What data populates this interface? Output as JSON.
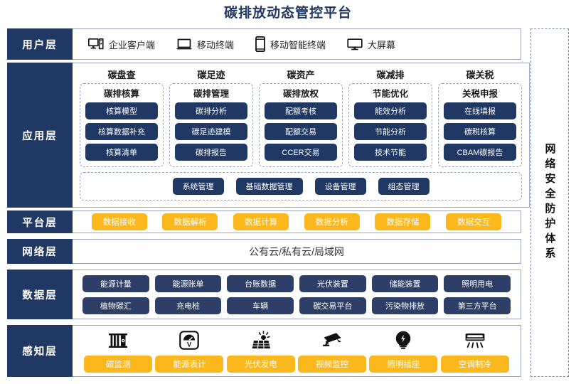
{
  "title": "碳排放动态管控平台",
  "colors": {
    "dark_blue": "#1F3864",
    "mid_blue": "#2D3F66",
    "yellow": "#FAB81C",
    "border_gray": "#9BA7C0"
  },
  "user_layer": {
    "label": "用户层",
    "items": [
      {
        "icon": "desktop-tower-icon",
        "label": "企业客户端"
      },
      {
        "icon": "laptop-icon",
        "label": "移动终端"
      },
      {
        "icon": "smartphone-icon",
        "label": "移动智能终端"
      },
      {
        "icon": "big-screen-icon",
        "label": "大屏幕"
      }
    ]
  },
  "application_layer": {
    "label": "应用层",
    "columns": [
      {
        "title": "碳盘查",
        "card_title": "碳排核算",
        "items": [
          "核算模型",
          "核算数据补充",
          "核算清单"
        ]
      },
      {
        "title": "碳足迹",
        "card_title": "碳排管理",
        "items": [
          "碳排分析",
          "碳足迹建模",
          "碳排报告"
        ]
      },
      {
        "title": "碳资产",
        "card_title": "碳排放权",
        "items": [
          "配额考核",
          "配额交易",
          "CCER交易"
        ]
      },
      {
        "title": "碳减排",
        "card_title": "节能优化",
        "items": [
          "能效分析",
          "节能分析",
          "技术节能"
        ]
      },
      {
        "title": "碳关税",
        "card_title": "关税申报",
        "items": [
          "在线填报",
          "碳税核算",
          "CBAM碳报告"
        ]
      }
    ],
    "bottom_items": [
      "系统管理",
      "基础数据管理",
      "设备管理",
      "组态管理"
    ]
  },
  "platform_layer": {
    "label": "平台层",
    "items": [
      "数据接收",
      "数据解析",
      "数据计算",
      "数据分析",
      "数据存储",
      "数据交互"
    ]
  },
  "network_layer": {
    "label": "网络层",
    "text": "公有云/私有云/局域网"
  },
  "data_layer": {
    "label": "数据层",
    "row1": [
      "能源计量",
      "能源账单",
      "台账数据",
      "光伏装置",
      "储能装置",
      "照明用电"
    ],
    "row2": [
      "植物碳汇",
      "充电桩",
      "车辆",
      "碳交易平台",
      "污染物排放",
      "第三方平台"
    ]
  },
  "sensing_layer": {
    "label": "感知层",
    "items": [
      {
        "icon": "carbon-monitor-icon",
        "label": "碳监测"
      },
      {
        "icon": "energy-meter-icon",
        "label": "能源表计"
      },
      {
        "icon": "solar-panel-icon",
        "label": "光伏发电"
      },
      {
        "icon": "cctv-camera-icon",
        "label": "视频监控"
      },
      {
        "icon": "light-bulb-icon",
        "label": "照明插座"
      },
      {
        "icon": "air-conditioner-icon",
        "label": "空调制冷"
      }
    ]
  },
  "security_panel": {
    "text": "网络安全防护体系"
  }
}
